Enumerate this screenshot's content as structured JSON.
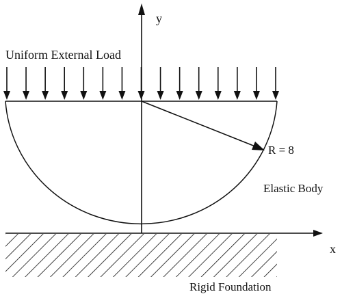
{
  "labels": {
    "load": "Uniform External Load",
    "y_axis": "y",
    "x_axis": "x",
    "radius": "R = 8",
    "body": "Elastic Body",
    "foundation": "Rigid Foundation"
  },
  "figure": {
    "radius_value": 8,
    "load_arrow_count": 15
  },
  "colors": {
    "ink": "#111111",
    "background": "#ffffff"
  }
}
